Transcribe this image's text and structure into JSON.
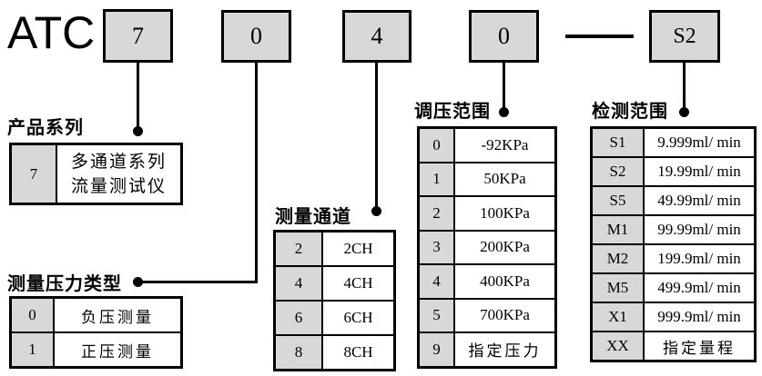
{
  "brand": "ATC",
  "boxes": [
    {
      "text": "7"
    },
    {
      "text": "0"
    },
    {
      "text": "4"
    },
    {
      "text": "0"
    },
    {
      "text": "S2"
    }
  ],
  "sections": {
    "series": {
      "label": "产品系列",
      "rows": [
        {
          "k": "7",
          "v": "多通道系列\n流量测试仪"
        }
      ]
    },
    "pressure_type": {
      "label": "测量压力类型",
      "rows": [
        {
          "k": "0",
          "v": "负压测量"
        },
        {
          "k": "1",
          "v": "正压测量"
        }
      ]
    },
    "channels": {
      "label": "测量通道",
      "rows": [
        {
          "k": "2",
          "v": "2CH"
        },
        {
          "k": "4",
          "v": "4CH"
        },
        {
          "k": "6",
          "v": "6CH"
        },
        {
          "k": "8",
          "v": "8CH"
        }
      ]
    },
    "regulation": {
      "label": "调压范围",
      "rows": [
        {
          "k": "0",
          "v": "-92KPa"
        },
        {
          "k": "1",
          "v": "50KPa"
        },
        {
          "k": "2",
          "v": "100KPa"
        },
        {
          "k": "3",
          "v": "200KPa"
        },
        {
          "k": "4",
          "v": "400KPa"
        },
        {
          "k": "5",
          "v": "700KPa"
        },
        {
          "k": "9",
          "v": "指定压力"
        }
      ]
    },
    "detection": {
      "label": "检测范围",
      "rows": [
        {
          "k": "S1",
          "v": "9.999ml/ min"
        },
        {
          "k": "S2",
          "v": "19.99ml/ min"
        },
        {
          "k": "S5",
          "v": "49.99ml/ min"
        },
        {
          "k": "M1",
          "v": "99.99ml/ min"
        },
        {
          "k": "M2",
          "v": "199.9ml/ min"
        },
        {
          "k": "M5",
          "v": "499.9ml/ min"
        },
        {
          "k": "X1",
          "v": "999.9ml/ min"
        },
        {
          "k": "XX",
          "v": "指定量程"
        }
      ]
    }
  },
  "colors": {
    "box_fill": "#d8d8d8",
    "line": "#000000",
    "background": "#ffffff"
  }
}
